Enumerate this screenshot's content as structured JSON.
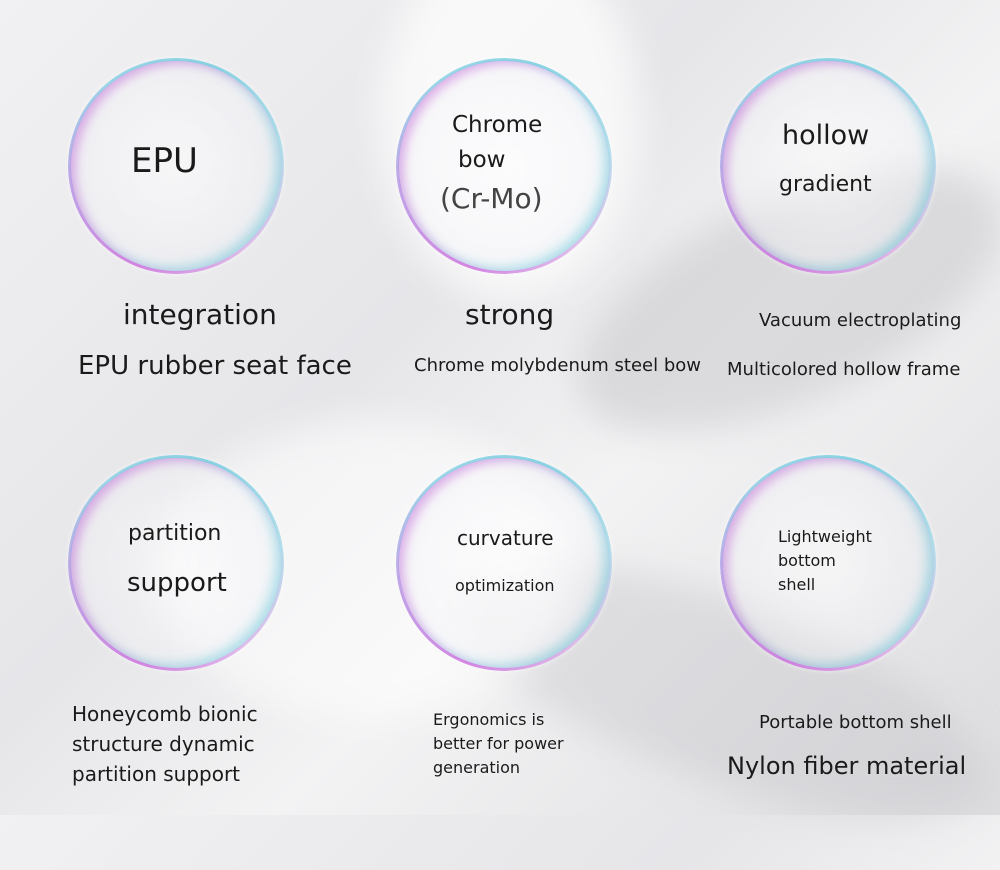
{
  "cards": [
    {
      "bubble_lines": [
        "EPU"
      ],
      "heading": "integration",
      "caption_lines": [
        "EPU rubber seat face"
      ]
    },
    {
      "bubble_lines": [
        "Chrome",
        "bow",
        "(Cr-Mo)"
      ],
      "heading": "strong",
      "caption_lines": [
        "Chrome molybdenum steel bow"
      ]
    },
    {
      "bubble_lines": [
        "hollow",
        "gradient"
      ],
      "heading": "Vacuum electroplating",
      "caption_lines": [
        "Multicolored hollow frame"
      ]
    },
    {
      "bubble_lines": [
        "partition",
        "support"
      ],
      "caption_lines": [
        "Honeycomb bionic",
        "structure dynamic",
        "partition support"
      ]
    },
    {
      "bubble_lines": [
        "curvature",
        "optimization"
      ],
      "caption_lines": [
        "Ergonomics is",
        "better for power",
        "generation"
      ]
    },
    {
      "bubble_lines": [
        "Lightweight",
        "bottom",
        "shell"
      ],
      "caption_lines": [
        "Portable bottom shell",
        "Nylon fiber material"
      ]
    }
  ]
}
